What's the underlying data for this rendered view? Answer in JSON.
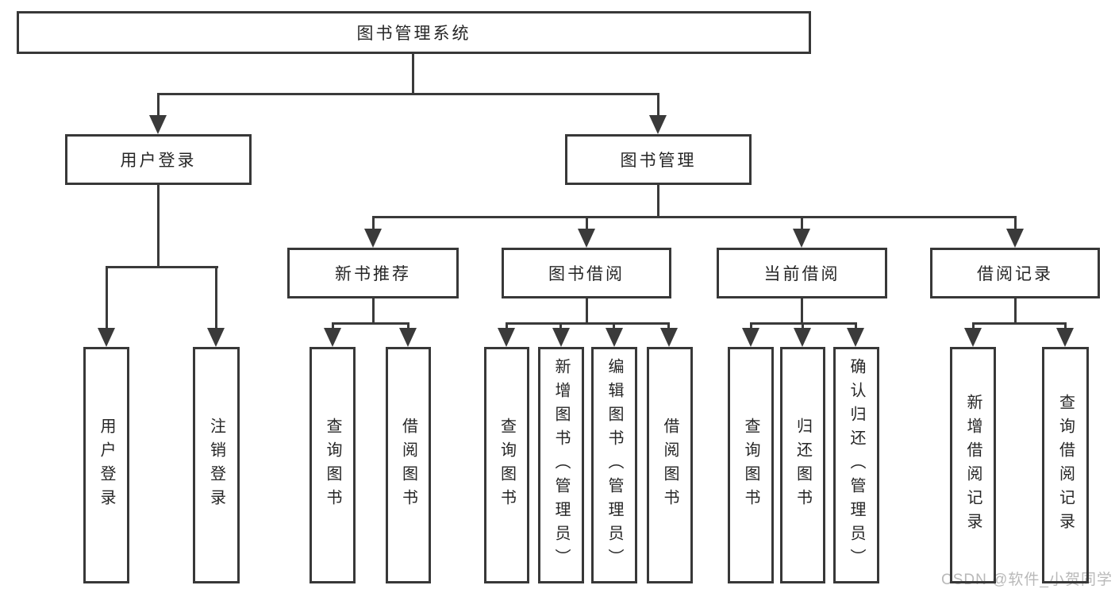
{
  "page": {
    "background": "#ffffff",
    "watermark": {
      "text": "CSDN @软件_小贺同学",
      "color": "#b9b9b9"
    }
  },
  "diagram": {
    "type": "tree",
    "direction": "top-down",
    "line_color": "#3a3a3a",
    "box_border_color": "#383838",
    "text_color": "#262626",
    "box_background": "#ffffff",
    "tree": {
      "label": "图书管理系统",
      "children": [
        {
          "label": "用户登录",
          "children": [
            {
              "label": "用户登录"
            },
            {
              "label": "注销登录"
            }
          ]
        },
        {
          "label": "图书管理",
          "children": [
            {
              "label": "新书推荐",
              "children": [
                {
                  "label": "查询图书"
                },
                {
                  "label": "借阅图书"
                }
              ]
            },
            {
              "label": "图书借阅",
              "children": [
                {
                  "label": "查询图书"
                },
                {
                  "label": "新增图书（管理员）"
                },
                {
                  "label": "编辑图书（管理员）"
                },
                {
                  "label": "借阅图书"
                }
              ]
            },
            {
              "label": "当前借阅",
              "children": [
                {
                  "label": "查询图书"
                },
                {
                  "label": "归还图书"
                },
                {
                  "label": "确认归还（管理员）"
                }
              ]
            },
            {
              "label": "借阅记录",
              "children": [
                {
                  "label": "新增借阅记录"
                },
                {
                  "label": "查询借阅记录"
                }
              ]
            }
          ]
        }
      ]
    }
  }
}
